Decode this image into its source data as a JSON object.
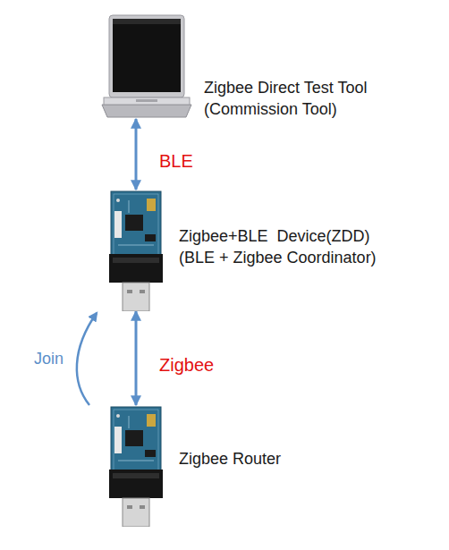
{
  "diagram": {
    "nodes": [
      {
        "text": [
          "Zigbee Direct Test Tool",
          "(Commission Tool)"
        ]
      },
      {
        "text": [
          "Zigbee+BLE  Device(ZDD)",
          "(BLE + Zigbee Coordinator)"
        ]
      },
      {
        "text": [
          "Zigbee Router"
        ]
      }
    ],
    "edges": [
      {
        "from": 0,
        "to": 1,
        "label": "BLE",
        "arrow": "both"
      },
      {
        "from": 1,
        "to": 2,
        "label": "Zigbee",
        "arrow": "both"
      },
      {
        "from": 2,
        "to": 1,
        "label": "Join",
        "arrow": "to"
      }
    ]
  }
}
